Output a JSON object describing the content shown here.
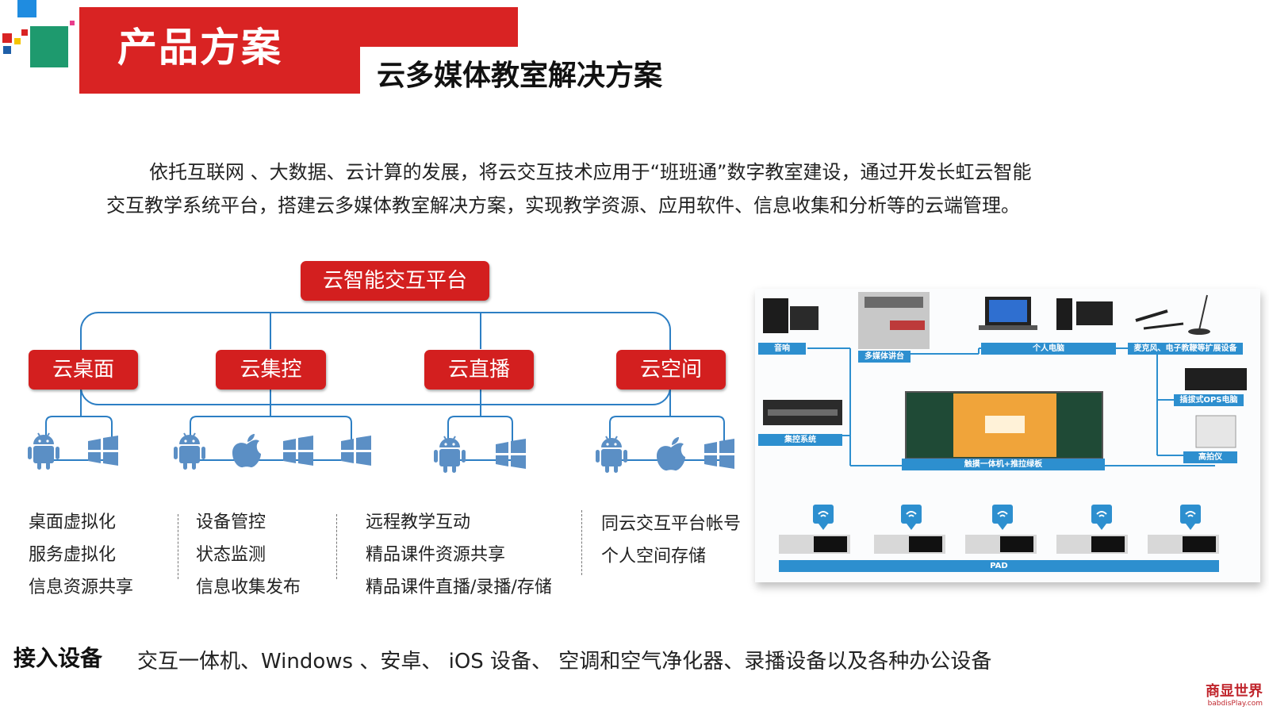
{
  "header": {
    "main_title": "产品方案",
    "sub_title": "云多媒体教室解决方案",
    "colors": {
      "brand_red": "#d92323",
      "diagram_blue": "#2d7fc4",
      "accent_green": "#1e9a6e",
      "accent_blue": "#1f8ce0"
    }
  },
  "intro": {
    "line1": "依托互联网 、大数据、云计算的发展，将云交互技术应用于“班班通”数字教室建设，通过开发长虹云智能",
    "line2": "交互教学系统平台，搭建云多媒体教室解决方案，实现教学资源、应用软件、信息收集和分析等的云端管理。"
  },
  "diagram": {
    "root": "云智能交互平台",
    "modules": [
      {
        "label": "云桌面",
        "platform_icons": [
          "android-icon",
          "windows-icon"
        ],
        "features": [
          "桌面虚拟化",
          "服务虚拟化",
          "信息资源共享"
        ]
      },
      {
        "label": "云集控",
        "platform_icons": [
          "android-icon",
          "apple-icon",
          "windows-icon",
          "windows-icon"
        ],
        "features": [
          "设备管控",
          "状态监测",
          "信息收集发布"
        ]
      },
      {
        "label": "云直播",
        "platform_icons": [
          "android-icon",
          "windows-icon"
        ],
        "features": [
          "远程教学互动",
          "精品课件资源共享",
          "精品课件直播/录播/存储"
        ]
      },
      {
        "label": "云空间",
        "platform_icons": [
          "android-icon",
          "apple-icon",
          "windows-icon"
        ],
        "features": [
          "同云交互平台帐号",
          "个人空间存储"
        ]
      }
    ]
  },
  "photo_diagram": {
    "labels": {
      "speaker": "音响",
      "podium": "多媒体讲台",
      "pc": "个人电脑",
      "mic": "麦克风、电子教鞭等扩展设备",
      "ops": "插拔式OPS电脑",
      "control": "集控系统",
      "board": "触摸一体机+推拉绿板",
      "camera": "高拍仪",
      "pad": "PAD"
    }
  },
  "access": {
    "label": "接入设备",
    "text": "交互一体机、Windows 、安卓、 iOS 设备、 空调和空气净化器、录播设备以及各种办公设备"
  },
  "watermark": {
    "name": "商显世界",
    "url": "babdisPlay.com"
  }
}
